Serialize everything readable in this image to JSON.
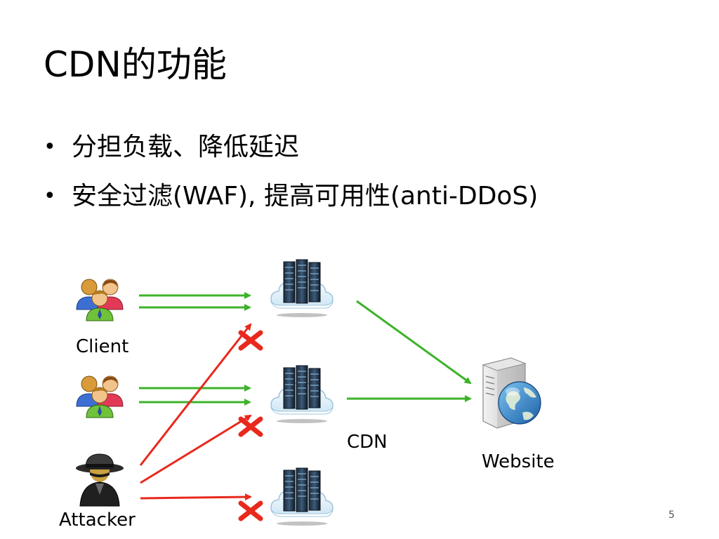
{
  "slide": {
    "title": "CDN的功能",
    "bullets": [
      "分担负载、降低延迟",
      "安全过滤(WAF), 提高可用性(anti-DDoS)"
    ],
    "page_number": "5"
  },
  "diagram": {
    "labels": {
      "client": "Client",
      "attacker": "Attacker",
      "cdn": "CDN",
      "website": "Website"
    },
    "icons": {
      "users": "users-icon",
      "attacker": "hacker-icon",
      "cdn_server": "cloud-server-icon",
      "website": "web-server-icon",
      "blocked": "red-x-icon"
    },
    "colors": {
      "legit_traffic": "#3cb329",
      "attack_traffic": "#e8291c",
      "blocked_mark": "#e8291c"
    }
  }
}
